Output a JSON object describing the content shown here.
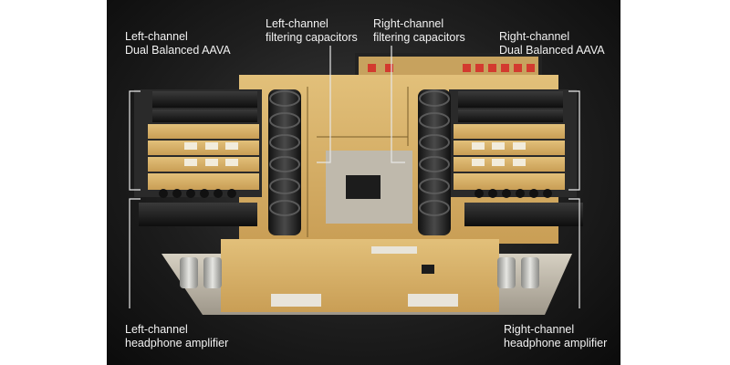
{
  "labels": {
    "left_aava": {
      "line1": "Left-channel",
      "line2": "Dual Balanced AAVA"
    },
    "left_caps": {
      "line1": "Left-channel",
      "line2": "filtering capacitors"
    },
    "right_caps": {
      "line1": "Right-channel",
      "line2": "filtering capacitors"
    },
    "right_aava": {
      "line1": "Right-channel",
      "line2": "Dual Balanced AAVA"
    },
    "left_hp": {
      "line1": "Left-channel",
      "line2": "headphone amplifier"
    },
    "right_hp": {
      "line1": "Right-channel",
      "line2": "headphone amplifier"
    }
  },
  "colors": {
    "background": "#1e1e1e",
    "pcb": "#d9b56a",
    "heatsink": "#1a1a1a",
    "chassis": "#bdb7a8",
    "label_text": "#f2f2f2"
  }
}
